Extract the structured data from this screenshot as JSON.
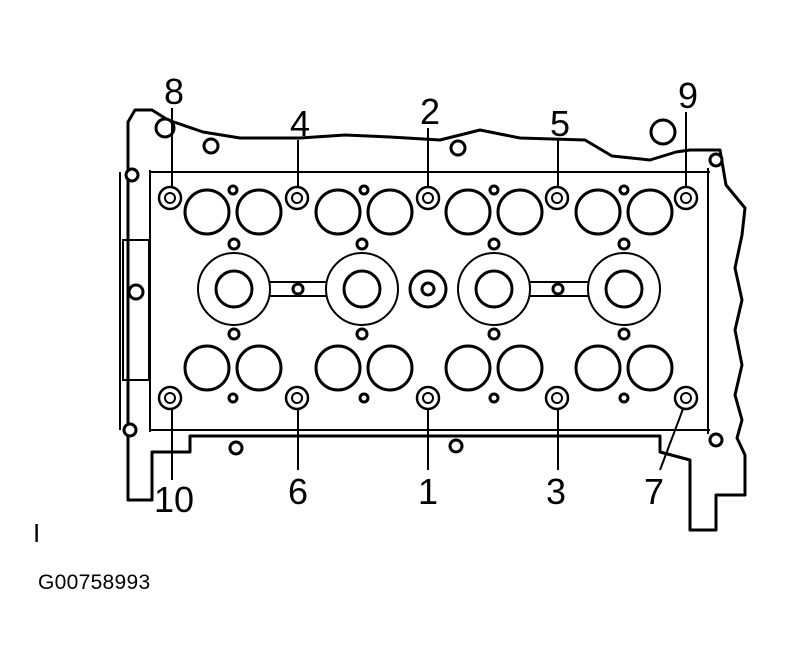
{
  "figure": {
    "corner_mark": "I",
    "figure_id": "G00758993"
  },
  "callouts": {
    "b1": "1",
    "b2": "2",
    "b3": "3",
    "b4": "4",
    "b5": "5",
    "b6": "6",
    "b7": "7",
    "b8": "8",
    "b9": "9",
    "b10": "10"
  }
}
